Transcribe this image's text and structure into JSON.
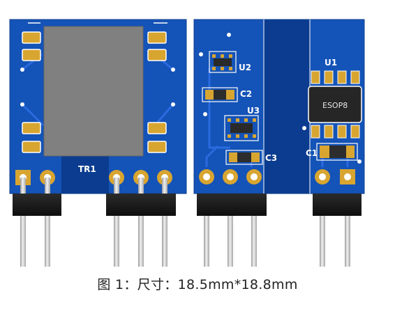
{
  "labels": {
    "tr1": "TR1",
    "u2": "U2",
    "c2": "C2",
    "u3": "U3",
    "c3": "C3",
    "u1": "U1",
    "esop8": "ESOP8",
    "c1": "C1"
  },
  "caption": "图 1：尺寸：18.5mm*18.8mm",
  "colors": {
    "board": "#1453b7",
    "board_dark": "#0b3c8f",
    "trace": "#2a6be0",
    "pad": "#d8a531",
    "transformer": "#808080",
    "header": "#1d1d1d",
    "pin": "#cfcfcf"
  }
}
